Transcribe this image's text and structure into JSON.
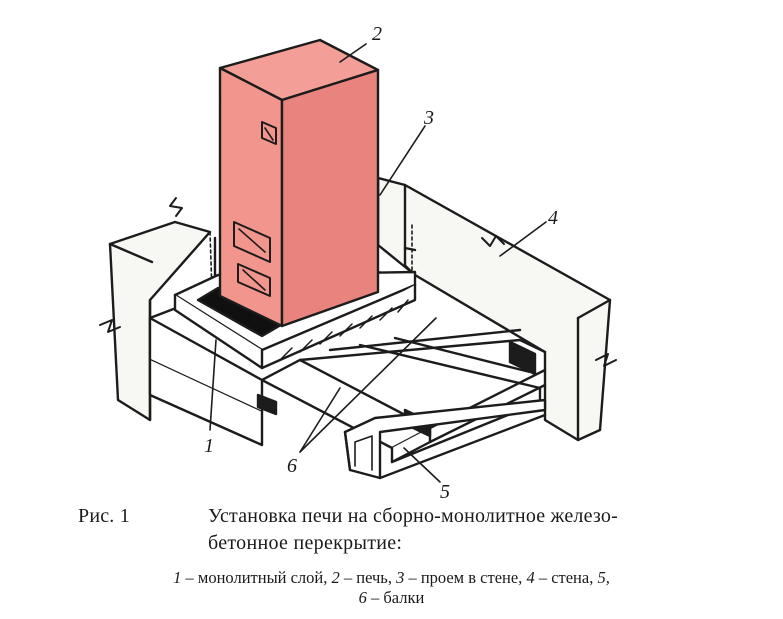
{
  "callouts": {
    "c1": "1",
    "c2": "2",
    "c3": "3",
    "c4": "4",
    "c5": "5",
    "c6": "6"
  },
  "caption": {
    "fig_label": "Рис. 1",
    "title_line1": "Установка печи на сборно-монолитное железо-",
    "title_line2": "бетонное перекрытие:",
    "legend_line1": {
      "n1": "1",
      "t1": " – монолитный слой, ",
      "n2": "2",
      "t2": " – печь, ",
      "n3": "3",
      "t3": " – проем в стене, ",
      "n4": "4",
      "t4": " – стена, ",
      "n5": "5,"
    },
    "legend_line2": {
      "n6": "6",
      "t6": " – балки"
    }
  },
  "colors": {
    "stove_front": "#f2958d",
    "stove_side": "#e8847d",
    "stove_top": "#f39e96",
    "wall": "#f7f7f4",
    "outline": "#1c1c1c",
    "mono_layer": "#101010"
  }
}
